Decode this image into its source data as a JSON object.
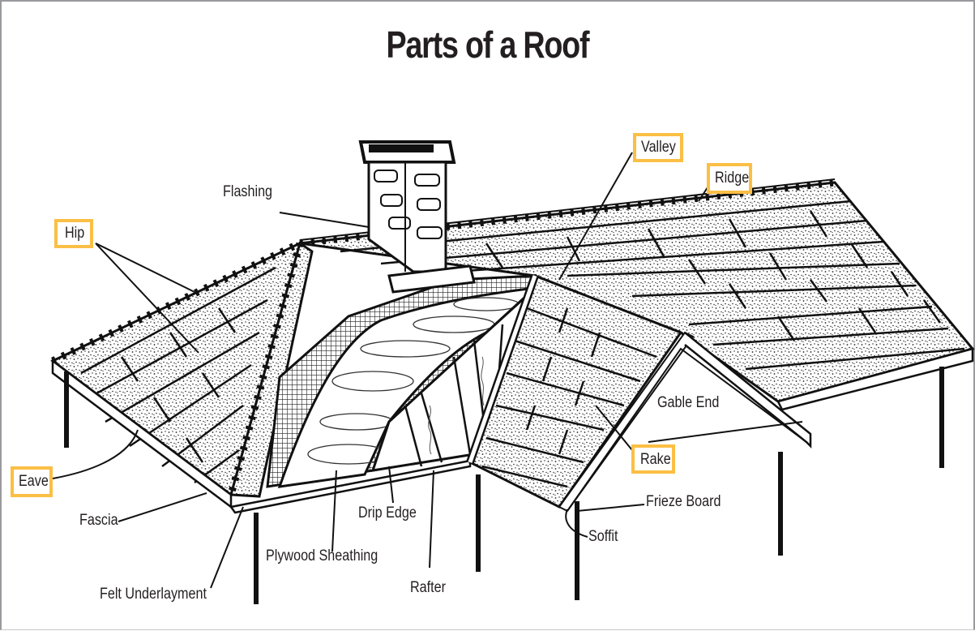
{
  "title": "Parts of a Roof",
  "highlight_color": "#fbbf45",
  "labels": {
    "hip": "Hip",
    "eave": "Eave",
    "valley": "Valley",
    "ridge": "Ridge",
    "rake": "Rake",
    "flashing": "Flashing",
    "gable_end": "Gable End",
    "fascia": "Fascia",
    "felt_underlayment": "Felt Underlayment",
    "plywood_sheathing": "Plywood Sheathing",
    "drip_edge": "Drip Edge",
    "rafter": "Rafter",
    "frieze_board": "Frieze Board",
    "soffit": "Soffit"
  },
  "highlighted": [
    "Hip",
    "Eave",
    "Valley",
    "Ridge",
    "Rake"
  ]
}
